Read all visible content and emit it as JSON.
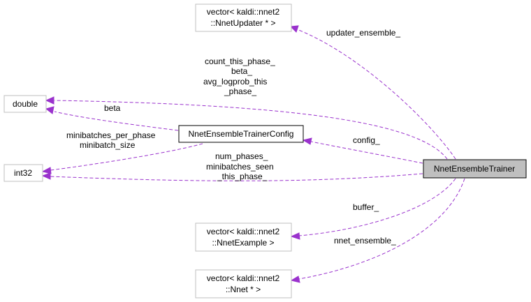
{
  "nodes": {
    "updater_vector": {
      "line1": "vector< kaldi::nnet2",
      "line2": "::NnetUpdater * >"
    },
    "double": {
      "label": "double"
    },
    "config": {
      "label": "NnetEnsembleTrainerConfig"
    },
    "int32": {
      "label": "int32"
    },
    "trainer": {
      "label": "NnetEnsembleTrainer"
    },
    "example_vector": {
      "line1": "vector< kaldi::nnet2",
      "line2": "::NnetExample >"
    },
    "nnet_vector": {
      "line1": "vector< kaldi::nnet2",
      "line2": "::Nnet * >"
    }
  },
  "edges": {
    "updater": {
      "label": "updater_ensemble_"
    },
    "trainer_double": {
      "line1": "count_this_phase_",
      "line2": "beta_",
      "line3": "avg_logprob_this",
      "line4": "_phase_"
    },
    "config_double": {
      "label": "beta"
    },
    "config_int32": {
      "line1": "minibatches_per_phase",
      "line2": "minibatch_size"
    },
    "config": {
      "label": "config_"
    },
    "trainer_int32": {
      "line1": "num_phases_",
      "line2": "minibatches_seen",
      "line3": "_this_phase_"
    },
    "buffer": {
      "label": "buffer_"
    },
    "nnet": {
      "label": "nnet_ensemble_"
    }
  },
  "colors": {
    "edge": "#9a32cd",
    "focus_fill": "#bfbfbf",
    "border_light": "#bfbfbf",
    "border_dark": "#000000"
  }
}
